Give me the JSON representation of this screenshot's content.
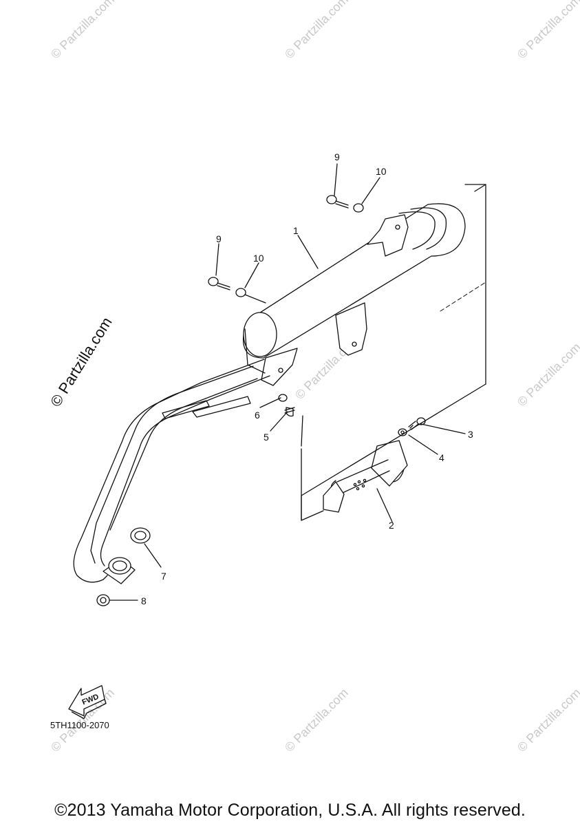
{
  "diagram": {
    "drawing_code": "5TH1100-2070",
    "copyright": "©2013 Yamaha Motor Corporation, U.S.A. All rights reserved.",
    "fwd_label": "FWD",
    "watermark_main": "© Partzilla.com",
    "watermark_small": "© Partzilla.com",
    "callouts": [
      {
        "id": "1",
        "label": "1"
      },
      {
        "id": "2",
        "label": "2"
      },
      {
        "id": "3",
        "label": "3"
      },
      {
        "id": "4",
        "label": "4"
      },
      {
        "id": "5",
        "label": "5"
      },
      {
        "id": "6",
        "label": "6"
      },
      {
        "id": "7",
        "label": "7"
      },
      {
        "id": "8",
        "label": "8"
      },
      {
        "id": "9a",
        "label": "9"
      },
      {
        "id": "9b",
        "label": "9"
      },
      {
        "id": "10a",
        "label": "10"
      },
      {
        "id": "10b",
        "label": "10"
      }
    ]
  }
}
